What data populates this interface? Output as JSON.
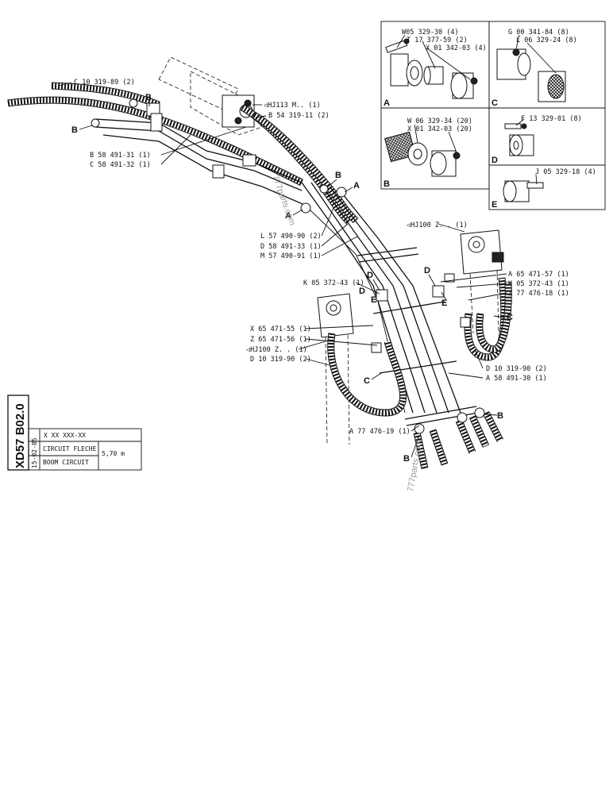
{
  "labels": {
    "c10_319_89": "C 10 319-89 (2)",
    "hj113": "◁HJ113  M.. (1)",
    "b54_319_11": "B 54 319-11 (2)",
    "b58_491_31": "B 58 491-31 (1)",
    "c58_491_32": "C 58 491-32 (1)",
    "l57_490_90": "L 57 490-90 (2)",
    "d58_491_33": "D 58 491-33 (1)",
    "m57_490_91": "M 57 490-91 (1)",
    "hj100_top": "◁HJ100 Z. . (1)",
    "k05_372_43_left": "K 05 372-43 (1)",
    "a65_471_57": "A 65 471-57 (1)",
    "k05_372_43_right": "K 05 372-43 (1)",
    "z77_476_18": "Z 77 476-18 (1)",
    "x65_471_55": "X 65 471-55 (1)",
    "z65_471_56": "Z 65 471-56 (1)",
    "hj100_left": "◁HJ100  Z. . (1)",
    "d10_319_90_left": "D 10 319-90 (2)",
    "d10_319_90_right": "D 10 319-90 (2)",
    "a58_491_30": "A 58 491-30 (1)",
    "a77_476_19": "A 77 476-19 (1)"
  },
  "detail_boxes": {
    "a": {
      "letter": "A",
      "parts": [
        "W05 329-30 (4)",
        "T 17 377-59 (2)",
        "X 01 342-03 (4)"
      ]
    },
    "b": {
      "letter": "B",
      "parts": [
        "W 06 329-34 (20)",
        "X 01 342-03 (20)"
      ]
    },
    "c": {
      "letter": "C",
      "parts": [
        "G 00 341-84 (8)",
        "L 06 329-24 (8)"
      ]
    },
    "d": {
      "letter": "D",
      "parts": [
        "F 13 329-01 (8)"
      ]
    },
    "e": {
      "letter": "E",
      "parts": [
        "J 05 329-18 (4)"
      ]
    }
  },
  "callout_letters": [
    "A",
    "B",
    "C",
    "D",
    "E"
  ],
  "title_block": {
    "code": "XD57 B02.0",
    "date": "15-02-85",
    "ref": "X XX  XXX-XX",
    "title_fr": "CIRCUIT FLECHE",
    "title_en": "BOOM  CIRCUIT",
    "size": "5,70 m"
  },
  "watermarks": [
    "777parts.com",
    "777parts.com"
  ]
}
